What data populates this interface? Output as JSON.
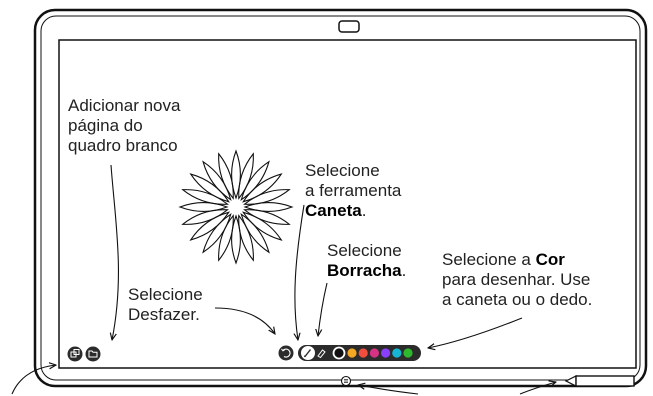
{
  "colors": {
    "outline": "#111111",
    "dot_colors": [
      "#f5a623",
      "#f04e3e",
      "#d63384",
      "#8a3ffc",
      "#17b5d4",
      "#2eb82e"
    ]
  },
  "icons": {
    "camera": "camera-icon",
    "add_page": "add-page-icon",
    "files": "files-icon",
    "undo": "undo-icon",
    "pen": "pen-icon",
    "eraser": "eraser-icon",
    "home": "home-icon",
    "pen_stylus": "stylus-icon",
    "flower": "flower-drawing"
  },
  "labels": {
    "add_page": {
      "line1": "Adicionar nova",
      "line2": "página do",
      "line3": "quadro branco"
    },
    "pen": {
      "line1": "Selecione",
      "line2": "a ferramenta",
      "line3_bold": "Caneta",
      "line3_rest": "."
    },
    "eraser": {
      "line1": "Selecione",
      "line2_bold": "Borracha",
      "line2_rest": "."
    },
    "undo": {
      "line1": "Selecione",
      "line2": "Desfazer."
    },
    "color": {
      "line1_start": "Selecione a ",
      "line1_bold": "Cor",
      "line2": "para desenhar. Use",
      "line3": "a caneta ou o dedo."
    }
  }
}
